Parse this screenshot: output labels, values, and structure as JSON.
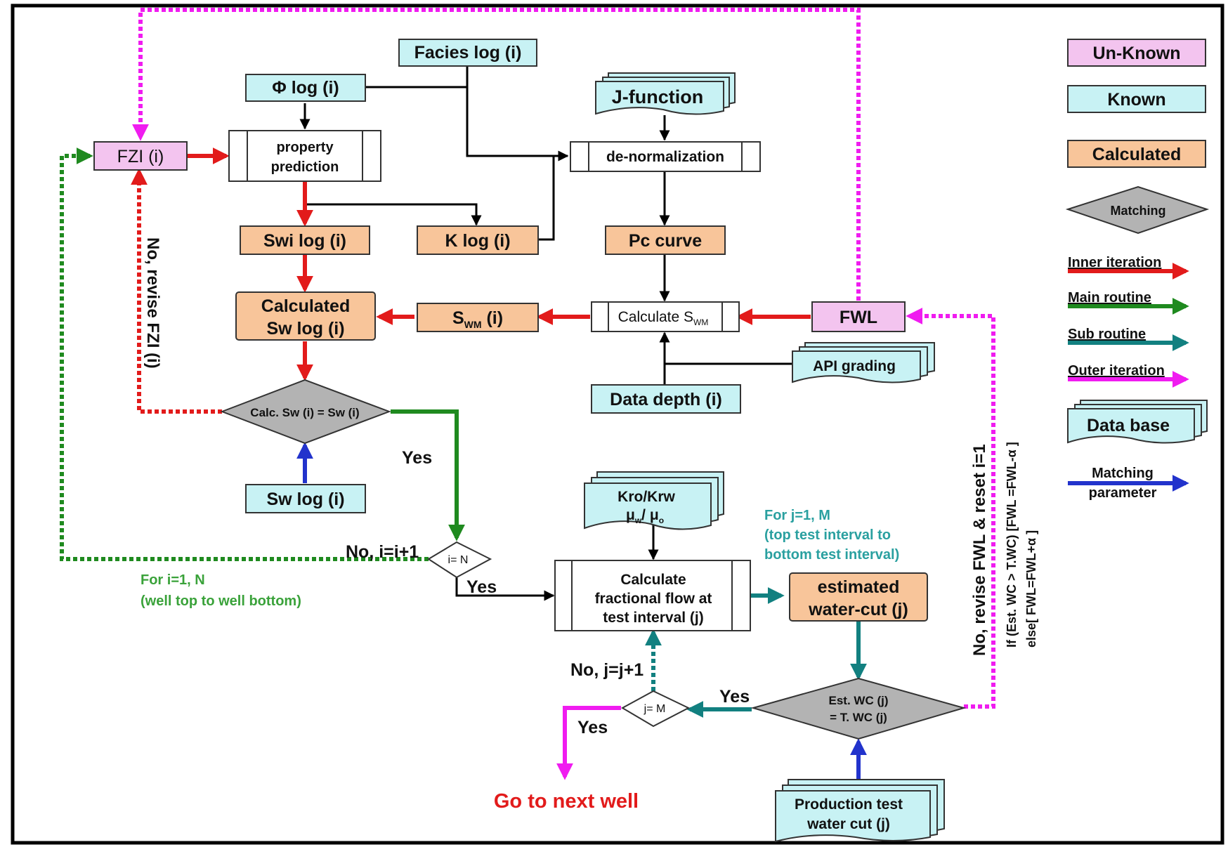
{
  "nodes": {
    "fzi": "FZI (i)",
    "phi_log": "Φ log (i)",
    "facies_log": "Facies log (i)",
    "property_prediction_1": "property",
    "property_prediction_2": "prediction",
    "j_function": "J-function",
    "de_normalization": "de-normalization",
    "swi_log": "Swi log (i)",
    "k_log": "K log (i)",
    "pc_curve": "Pc curve",
    "calculated_sw_1": "Calculated",
    "calculated_sw_2": "Sw log (i)",
    "swm_main": "S",
    "swm_sub": "WM",
    "swm_tail": " (i)",
    "calculate_swm_main": "Calculate S",
    "calculate_swm_sub": "WM",
    "fwl": "FWL",
    "api_grading": "API grading",
    "data_depth": "Data depth (i)",
    "calc_sw_match": "Calc. Sw (i) = Sw (i)",
    "sw_log": "Sw log (i)",
    "i_eq_n": "i= N",
    "kro_krw": "Kro/Krw",
    "mu_ratio": "μ",
    "mu_w": "w",
    "mu_slash": "/ μ",
    "mu_o": "o",
    "frac_flow_1": "Calculate",
    "frac_flow_2": "fractional flow at",
    "frac_flow_3": "test interval (j)",
    "est_water_cut_1": "estimated",
    "est_water_cut_2": "water-cut (j)",
    "est_wc_match_1": "Est. WC (j)",
    "est_wc_match_2": "= T. WC (j)",
    "j_eq_m": "j= M",
    "production_test_1": "Production test",
    "production_test_2": "water cut (j)",
    "go_next_well": "Go to next well"
  },
  "labels": {
    "no_revise_fzi": "No, revise FZI (i)",
    "yes_1": "Yes",
    "no_i": "No, i=i+1",
    "yes_2": "Yes",
    "for_i_1": "For i=1, N",
    "for_i_2": "(well top to well bottom)",
    "for_j_1": "For j=1, M",
    "for_j_2": "(top test interval to",
    "for_j_3": "bottom test interval)",
    "no_j": "No, j=j+1",
    "yes_3": "Yes",
    "yes_4": "Yes",
    "no_revise_fwl": "No, revise FWL & reset i=1",
    "if_cond": "If (Est. WC > T.WC) [FWL =FWL-α ]",
    "else_cond": "else[ FWL=FWL+α ]"
  },
  "legend": {
    "unknown": "Un-Known",
    "known": "Known",
    "calculated": "Calculated",
    "matching": "Matching",
    "inner_iteration": "Inner iteration",
    "main_routine": "Main routine",
    "sub_routine": "Sub routine",
    "outer_iteration": "Outer iteration",
    "data_base": "Data base",
    "matching_param_1": "Matching",
    "matching_param_2": "parameter"
  },
  "colors": {
    "unknown": "#f3c4ef",
    "known": "#c8f2f4",
    "calculated": "#f8c59a",
    "matching": "#b3b3b3",
    "inner_iteration": "#e21b1b",
    "main_routine": "#1f8a1f",
    "sub_routine": "#128080",
    "outer_iteration": "#f01cf0",
    "matching_parameter": "#2233cc"
  }
}
